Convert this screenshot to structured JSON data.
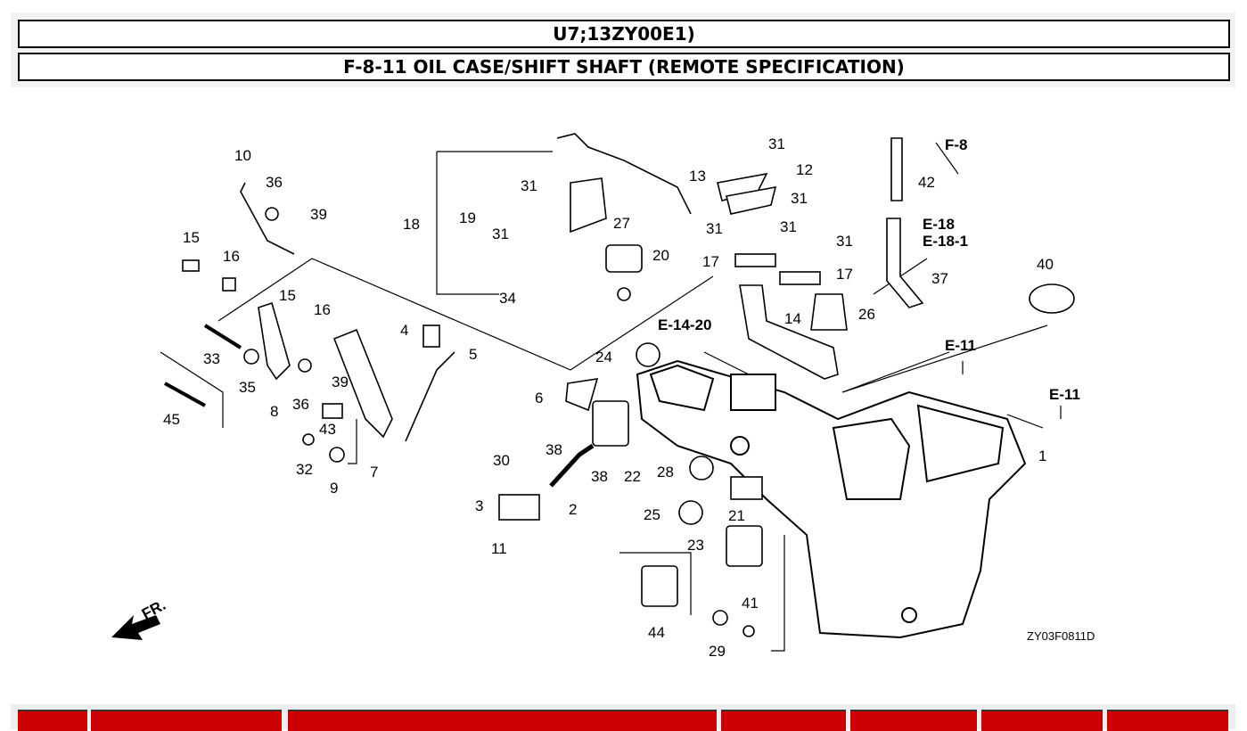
{
  "header": {
    "model_code": "U7;13ZY00E1)",
    "section_title": "F-8-11 OIL CASE/SHIFT SHAFT (REMOTE SPECIFICATION)"
  },
  "diagram": {
    "image_code": "ZY03F0811D",
    "front_marker": "FR.",
    "references": {
      "f8": "F-8",
      "e18": "E-18",
      "e18_1": "E-18-1",
      "e14_20": "E-14-20",
      "e11_a": "E-11",
      "e11_b": "E-11"
    },
    "callouts": {
      "c10": "10",
      "c36a": "36",
      "c39a": "39",
      "c15a": "15",
      "c16a": "16",
      "c15b": "15",
      "c16b": "16",
      "c33": "33",
      "c35": "35",
      "c8": "8",
      "c36b": "36",
      "c39b": "39",
      "c43": "43",
      "c45": "45",
      "c32": "32",
      "c9": "9",
      "c7": "7",
      "c4": "4",
      "c5": "5",
      "c18": "18",
      "c19": "19",
      "c31a": "31",
      "c31b": "31",
      "c27": "27",
      "c20": "20",
      "c34": "34",
      "c13": "13",
      "c31c": "31",
      "c12": "12",
      "c31d": "31",
      "c31e": "31",
      "c31f": "31",
      "c31g": "31",
      "c17a": "17",
      "c17b": "17",
      "c14": "14",
      "c26": "26",
      "c42": "42",
      "c37": "37",
      "c40": "40",
      "c24": "24",
      "c6": "6",
      "c22": "22",
      "c38a": "38",
      "c38b": "38",
      "c30": "30",
      "c2": "2",
      "c3": "3",
      "c11": "11",
      "c28": "28",
      "c25": "25",
      "c21": "21",
      "c23": "23",
      "c44": "44",
      "c41": "41",
      "c29": "29",
      "c1": "1"
    }
  },
  "colors": {
    "table_header": "#cc0000",
    "header_panel": "#f2f2f2"
  }
}
